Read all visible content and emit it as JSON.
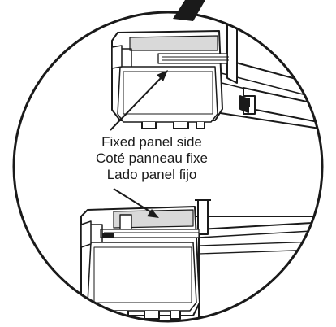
{
  "callout": {
    "line_en": "Fixed panel side",
    "line_fr": "Coté panneau fixe",
    "line_es": "Lado panel fijo"
  },
  "colors": {
    "stroke": "#1a1a1a",
    "part_fill": "#ffffff",
    "shade": "#d9d9d9",
    "dark": "#1a1a1a"
  }
}
